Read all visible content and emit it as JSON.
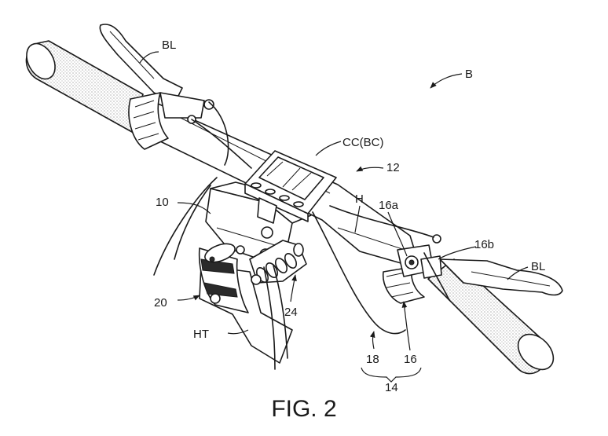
{
  "labels": {
    "b": "B",
    "bl_left": "BL",
    "bl_right": "BL",
    "cc_bc": "CC(BC)",
    "n12": "12",
    "n10": "10",
    "h": "H",
    "n16a": "16a",
    "n16b": "16b",
    "n20": "20",
    "n24": "24",
    "ht": "HT",
    "n18": "18",
    "n16": "16",
    "n14": "14"
  },
  "caption": "FIG. 2",
  "colors": {
    "ink": "#1a1a1a",
    "paper": "#ffffff"
  }
}
